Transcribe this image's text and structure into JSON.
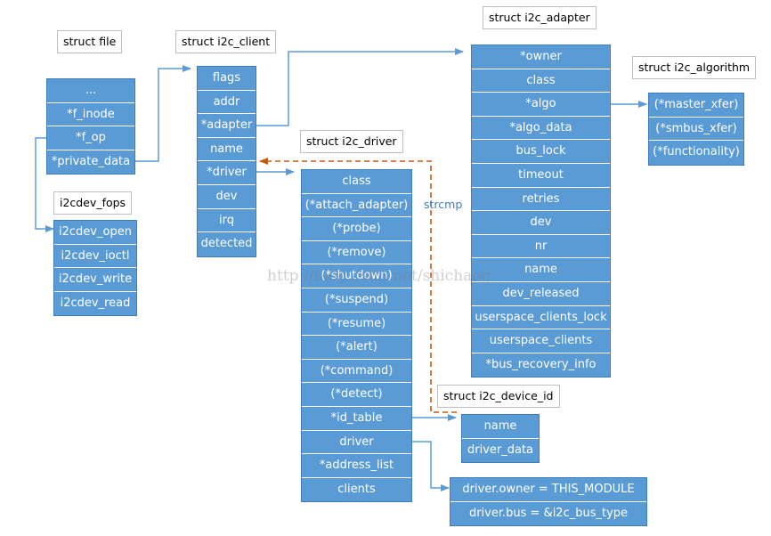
{
  "structs": {
    "file": {
      "title": "struct file",
      "fields": [
        "...",
        "*f_inode",
        "*f_op",
        "*private_data"
      ]
    },
    "i2cdev_fops": {
      "title": "i2cdev_fops",
      "fields": [
        "i2cdev_open",
        "i2cdev_ioctl",
        "i2cdev_write",
        "i2cdev_read"
      ]
    },
    "i2c_client": {
      "title": "struct i2c_client",
      "fields": [
        "flags",
        "addr",
        "*adapter",
        "name",
        "*driver",
        "dev",
        "irq",
        "detected"
      ]
    },
    "i2c_driver": {
      "title": "struct i2c_driver",
      "fields": [
        "class",
        "(*attach_adapter)",
        "(*probe)",
        "(*remove)",
        "(*shutdown)",
        "(*suspend)",
        "(*resume)",
        "(*alert)",
        "(*command)",
        "(*detect)",
        "*id_table",
        "driver",
        "*address_list",
        "clients"
      ]
    },
    "i2c_adapter": {
      "title": "struct i2c_adapter",
      "fields": [
        "*owner",
        "class",
        "*algo",
        "*algo_data",
        "bus_lock",
        "timeout",
        "retries",
        "dev",
        "nr",
        "name",
        "dev_released",
        "userspace_clients_lock",
        "userspace_clients",
        "*bus_recovery_info"
      ]
    },
    "i2c_algorithm": {
      "title": "struct i2c_algorithm",
      "fields": [
        "(*master_xfer)",
        "(*smbus_xfer)",
        "(*functionality)"
      ]
    },
    "i2c_device_id": {
      "title": "struct i2c_device_id",
      "fields": [
        "name",
        "driver_data"
      ]
    },
    "driver_info": {
      "fields": [
        "driver.owner = THIS_MODULE",
        "driver.bus = &i2c_bus_type"
      ]
    }
  },
  "annotations": {
    "strcmp": "strcmp"
  },
  "watermark": "http://blog.csdn.net/shichaog",
  "colors": {
    "box": "#5b9bd5",
    "arrow_blue": "#5b9bd5",
    "arrow_orange": "#c55a11"
  }
}
